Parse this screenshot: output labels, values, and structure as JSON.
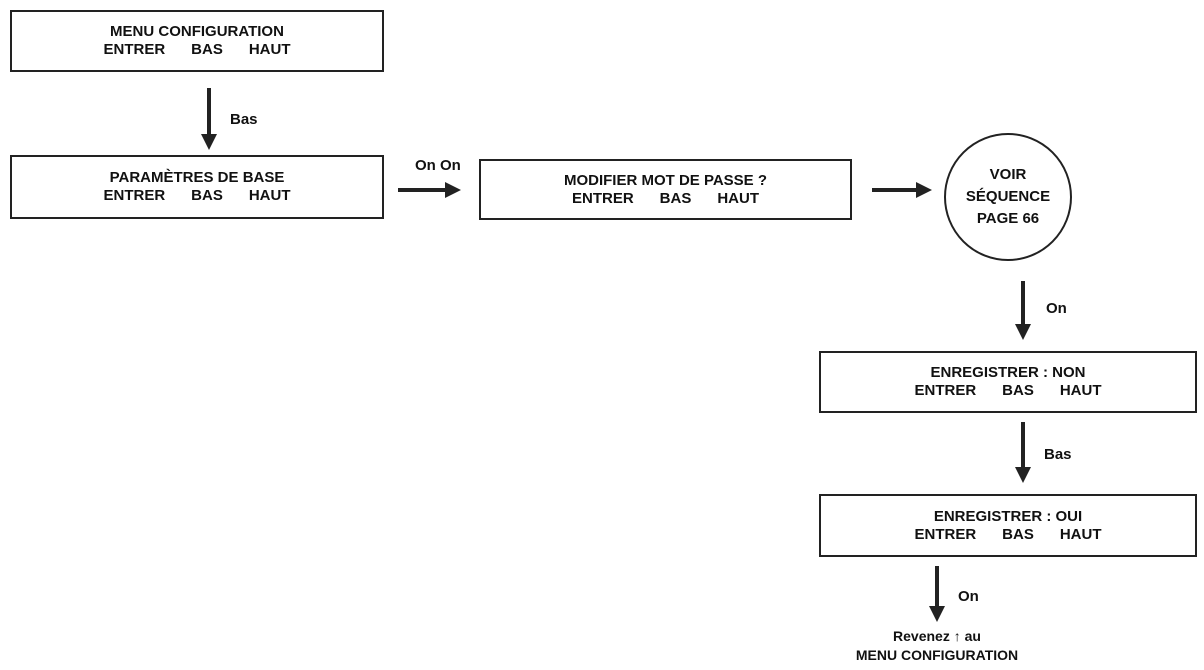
{
  "boxes": {
    "menu_config": {
      "title": "MENU CONFIGURATION",
      "options": [
        "ENTRER",
        "BAS",
        "HAUT"
      ]
    },
    "params_base": {
      "title": "PARAMÈTRES DE BASE",
      "options": [
        "ENTRER",
        "BAS",
        "HAUT"
      ]
    },
    "modifier_mdp": {
      "title": "MODIFIER MOT DE PASSE ?",
      "options": [
        "ENTRER",
        "BAS",
        "HAUT"
      ]
    },
    "enregistrer_non": {
      "title": "ENREGISTRER : NON",
      "options": [
        "ENTRER",
        "BAS",
        "HAUT"
      ]
    },
    "enregistrer_oui": {
      "title": "ENREGISTRER : OUI",
      "options": [
        "ENTRER",
        "BAS",
        "HAUT"
      ]
    }
  },
  "circle": {
    "lines": [
      "VOIR",
      "SÉQUENCE",
      "PAGE 66"
    ]
  },
  "arrow_labels": {
    "menu_to_params": "Bas",
    "params_to_modifier": "On On",
    "circle_to_non": "On",
    "non_to_oui": "Bas",
    "oui_to_exit": "On"
  },
  "footer": {
    "line1": "Revenez ↑ au",
    "line2": "MENU CONFIGURATION"
  }
}
